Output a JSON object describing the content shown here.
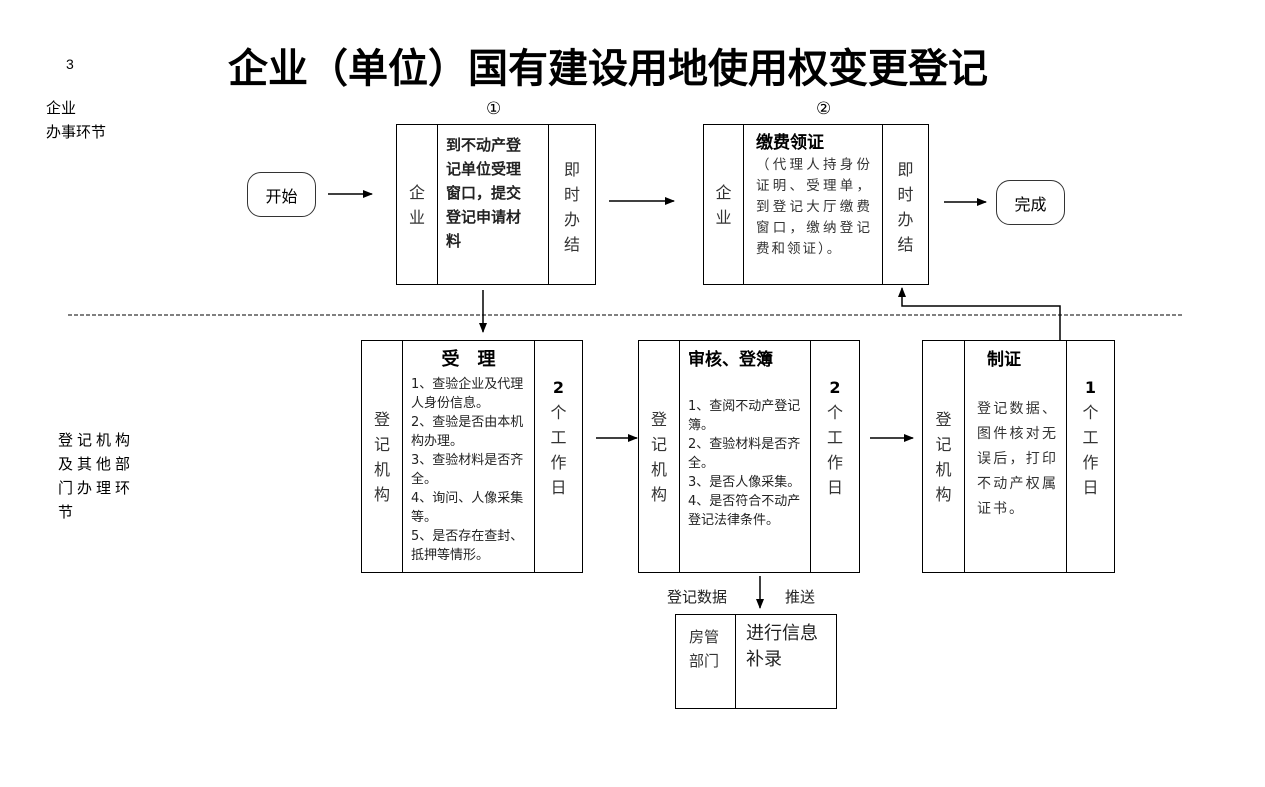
{
  "page_number": "3",
  "title": "企业（单位）国有建设用地使用权变更登记",
  "lanes": {
    "enterprise": [
      "企业",
      "办事环节"
    ],
    "registry": [
      "登记机构",
      "及其他部",
      "门办理环",
      "节"
    ]
  },
  "terminals": {
    "start": "开始",
    "end": "完成"
  },
  "steps_enterprise": [
    {
      "marker": "①",
      "actor": [
        "企",
        "业"
      ],
      "body": [
        "到不动产登",
        "记单位受理",
        "窗口，提交",
        "登记申请材",
        "料"
      ],
      "time": [
        "即",
        "时",
        "办",
        "结"
      ]
    },
    {
      "marker": "②",
      "actor": [
        "企",
        "业"
      ],
      "heading": "缴费领证",
      "body": "（代理人持身份证明、受理单，到登记大厅缴费窗口，缴纳登记费和领证）。",
      "time": [
        "即",
        "时",
        "办",
        "结"
      ]
    }
  ],
  "steps_registry": [
    {
      "actor": [
        "登",
        "记",
        "机",
        "构"
      ],
      "heading": "受　理",
      "items": [
        "1、查验企业及代理人身份信息。",
        "2、查验是否由本机构办理。",
        "3、查验材料是否齐全。",
        "4、询问、人像采集等。",
        "5、是否存在查封、抵押等情形。"
      ],
      "time_num": "2",
      "time": [
        "个",
        "工",
        "作",
        "日"
      ]
    },
    {
      "actor": [
        "登",
        "记",
        "机",
        "构"
      ],
      "heading": "审核、登簿",
      "items": [
        "1、查阅不动产登记簿。",
        "2、查验材料是否齐全。",
        "3、是否人像采集。",
        "4、是否符合不动产登记法律条件。"
      ],
      "time_num": "2",
      "time": [
        "个",
        "工",
        "作",
        "日"
      ]
    },
    {
      "actor": [
        "登",
        "记",
        "机",
        "构"
      ],
      "heading": "制证",
      "body": "登记数据、图件核对无误后，打印不动产权属证书。",
      "time_num": "1",
      "time": [
        "个",
        "工",
        "作",
        "日"
      ]
    }
  ],
  "push": {
    "left_label": "登记数据",
    "right_label": "推送",
    "actor": [
      "房管",
      "部门"
    ],
    "body": [
      "进行信息",
      "补录"
    ]
  }
}
